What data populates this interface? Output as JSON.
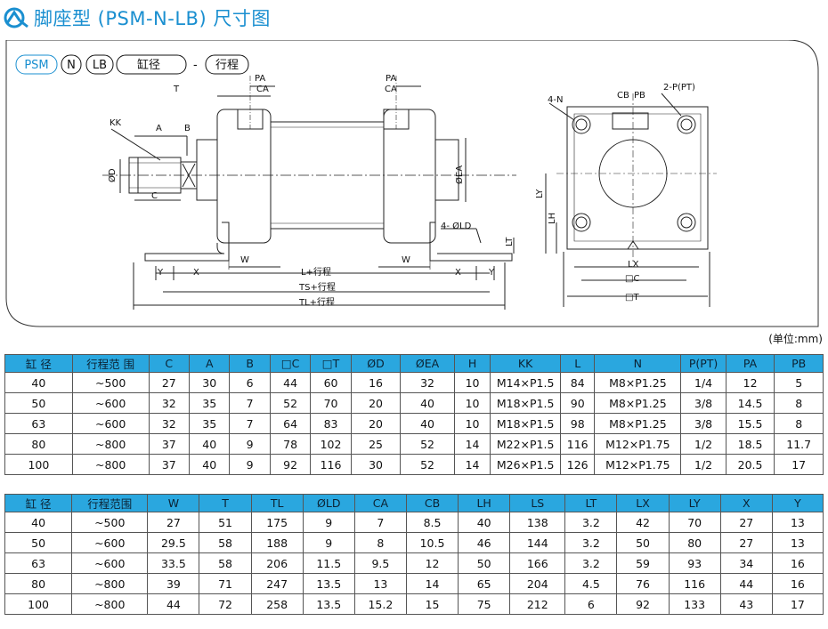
{
  "header": {
    "title": "脚座型 (PSM-N-LB) 尺寸图",
    "brand_color": "#1a8fd0"
  },
  "model_code": {
    "parts": [
      "PSM",
      "N",
      "LB",
      "缸径",
      "-",
      "行程"
    ]
  },
  "drawing_labels": {
    "T": "T",
    "PA": "PA",
    "CA": "CA",
    "KK": "KK",
    "A": "A",
    "B": "B",
    "OD": "ØD",
    "C": "C",
    "OEA": "ØEA",
    "LD": "4- ØLD",
    "LT": "LT",
    "W": "W",
    "X": "X",
    "Y": "Y",
    "L_stroke": "L+行程",
    "TS_stroke": "TS+行程",
    "TL_stroke": "TL+行程",
    "N4": "4-N",
    "CB": "CB",
    "PB": "PB",
    "P_PT": "2-P(PT)",
    "LY": "LY",
    "LH": "LH",
    "LX": "LX",
    "sqC": "□C",
    "sqT": "□T"
  },
  "unit_note": "(单位:mm)",
  "table1": {
    "headers": [
      "缸 径",
      "行程范 围",
      "C",
      "A",
      "B",
      "□C",
      "□T",
      "ØD",
      "ØEA",
      "H",
      "KK",
      "L",
      "N",
      "P(PT)",
      "PA",
      "PB"
    ],
    "rows": [
      [
        "40",
        "~500",
        "27",
        "30",
        "6",
        "44",
        "60",
        "16",
        "32",
        "10",
        "M14×P1.5",
        "84",
        "M8×P1.25",
        "1/4",
        "12",
        "5"
      ],
      [
        "50",
        "~600",
        "32",
        "35",
        "7",
        "52",
        "70",
        "20",
        "40",
        "10",
        "M18×P1.5",
        "90",
        "M8×P1.25",
        "3/8",
        "14.5",
        "8"
      ],
      [
        "63",
        "~600",
        "32",
        "35",
        "7",
        "64",
        "83",
        "20",
        "40",
        "10",
        "M18×P1.5",
        "98",
        "M8×P1.25",
        "3/8",
        "15.5",
        "8"
      ],
      [
        "80",
        "~800",
        "37",
        "40",
        "9",
        "78",
        "102",
        "25",
        "52",
        "14",
        "M22×P1.5",
        "116",
        "M12×P1.75",
        "1/2",
        "18.5",
        "11.7"
      ],
      [
        "100",
        "~800",
        "37",
        "40",
        "9",
        "92",
        "116",
        "30",
        "52",
        "14",
        "M26×P1.5",
        "126",
        "M12×P1.75",
        "1/2",
        "20.5",
        "17"
      ]
    ]
  },
  "table2": {
    "headers": [
      "缸 径",
      "行程范围",
      "W",
      "T",
      "TL",
      "ØLD",
      "CA",
      "CB",
      "LH",
      "LS",
      "LT",
      "LX",
      "LY",
      "X",
      "Y"
    ],
    "rows": [
      [
        "40",
        "~500",
        "27",
        "51",
        "175",
        "9",
        "7",
        "8.5",
        "40",
        "138",
        "3.2",
        "42",
        "70",
        "27",
        "13"
      ],
      [
        "50",
        "~600",
        "29.5",
        "58",
        "188",
        "9",
        "8",
        "10.5",
        "46",
        "144",
        "3.2",
        "50",
        "80",
        "27",
        "13"
      ],
      [
        "63",
        "~600",
        "33.5",
        "58",
        "206",
        "11.5",
        "9.5",
        "12",
        "50",
        "166",
        "3.2",
        "59",
        "93",
        "34",
        "16"
      ],
      [
        "80",
        "~800",
        "39",
        "71",
        "247",
        "13.5",
        "13",
        "14",
        "65",
        "204",
        "4.5",
        "76",
        "116",
        "44",
        "16"
      ],
      [
        "100",
        "~800",
        "44",
        "72",
        "258",
        "13.5",
        "15.2",
        "15",
        "75",
        "212",
        "6",
        "92",
        "133",
        "43",
        "17"
      ]
    ]
  },
  "colors": {
    "header_bg": "#2aa7df",
    "line": "#222222"
  }
}
